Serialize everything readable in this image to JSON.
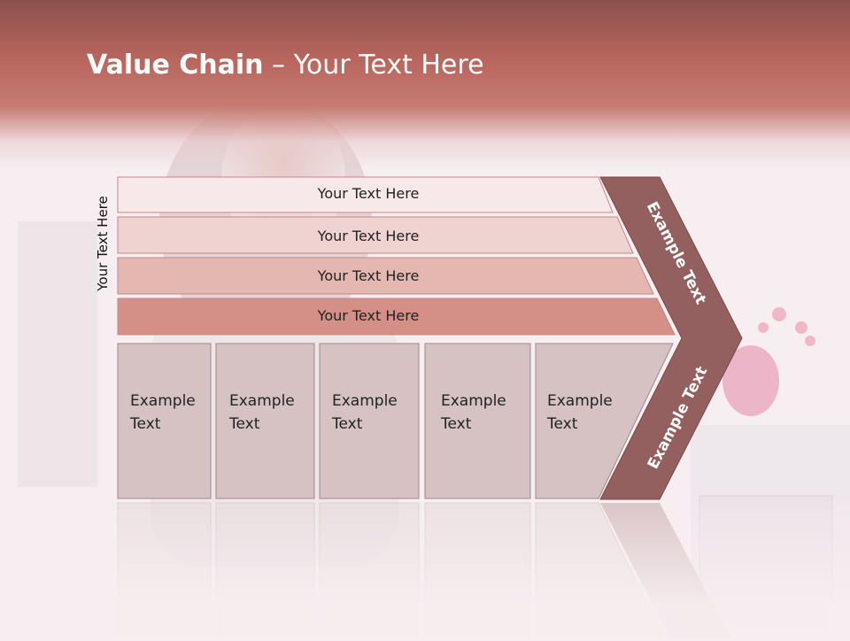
{
  "title": {
    "bold": "Value Chain",
    "rest": " – Your Text Here"
  },
  "side_label": "Your Text Here",
  "rows": [
    {
      "label": "Your Text Here",
      "color": "#f7e9e9"
    },
    {
      "label": "Your Text Here",
      "color": "#efd3d0"
    },
    {
      "label": "Your Text Here",
      "color": "#e4b7b1"
    },
    {
      "label": "Your Text Here",
      "color": "#d48f86"
    }
  ],
  "boxes": [
    {
      "line1": "Example",
      "line2": "Text"
    },
    {
      "line1": "Example",
      "line2": "Text"
    },
    {
      "line1": "Example",
      "line2": "Text"
    },
    {
      "line1": "Example",
      "line2": "Text"
    },
    {
      "line1": "Example",
      "line2": "Text"
    }
  ],
  "chevron": {
    "upper": "Example Text",
    "lower": "Example Text",
    "color": "#935f5f"
  }
}
